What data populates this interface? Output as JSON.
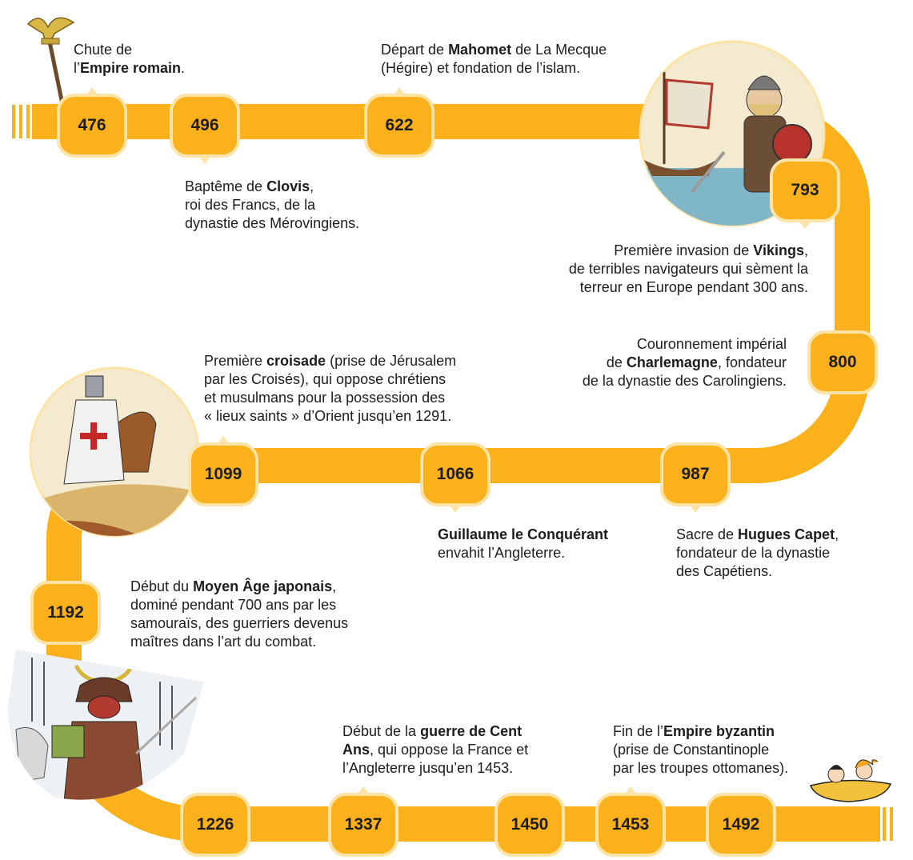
{
  "colors": {
    "track": "#fbb11c",
    "badge_border": "#fde3a6",
    "text": "#1d1d1b"
  },
  "events": [
    {
      "year": "476",
      "lines": [
        [
          "Chute de"
        ],
        [
          "l’",
          "*Empire romain",
          "."
        ]
      ]
    },
    {
      "year": "496",
      "lines": [
        [
          "Baptême de ",
          "*Clovis",
          ","
        ],
        [
          "roi des Francs, de la"
        ],
        [
          "dynastie des Mérovingiens."
        ]
      ]
    },
    {
      "year": "622",
      "lines": [
        [
          "Départ de ",
          "*Mahomet",
          " de La Mecque"
        ],
        [
          "(Hégire) et fondation de l’islam."
        ]
      ]
    },
    {
      "year": "793",
      "lines": [
        [
          "Première invasion de ",
          "*Vikings",
          ","
        ],
        [
          "de terribles navigateurs qui sèment la"
        ],
        [
          "terreur en Europe pendant 300 ans."
        ]
      ]
    },
    {
      "year": "800",
      "lines": [
        [
          "Couronnement impérial"
        ],
        [
          "de ",
          "*Charlemagne",
          ", fondateur"
        ],
        [
          "de la dynastie des Carolingiens."
        ]
      ]
    },
    {
      "year": "987",
      "lines": [
        [
          "Sacre de ",
          "*Hugues Capet",
          ","
        ],
        [
          "fondateur de la dynastie"
        ],
        [
          "des Capétiens."
        ]
      ]
    },
    {
      "year": "1066",
      "lines": [
        [
          "*Guillaume le Conquérant"
        ],
        [
          "envahit l’Angleterre."
        ]
      ]
    },
    {
      "year": "1099",
      "lines": [
        [
          "Première ",
          "*croisade",
          " (prise de Jérusalem"
        ],
        [
          "par les Croisés), qui oppose chrétiens"
        ],
        [
          "et musulmans pour la possession des"
        ],
        [
          "« lieux saints » d’Orient jusqu’en 1291."
        ]
      ]
    },
    {
      "year": "1192",
      "lines": [
        [
          "Début du ",
          "*Moyen Âge japonais",
          ","
        ],
        [
          "dominé pendant 700 ans par les"
        ],
        [
          "samouraïs, des guerriers devenus"
        ],
        [
          "maîtres dans l’art du combat."
        ]
      ]
    },
    {
      "year": "1226",
      "lines": []
    },
    {
      "year": "1337",
      "lines": [
        [
          "Début de la ",
          "*guerre de Cent"
        ],
        [
          "*Ans",
          ", qui oppose la France et"
        ],
        [
          "l’Angleterre jusqu’en 1453."
        ]
      ]
    },
    {
      "year": "1450",
      "lines": []
    },
    {
      "year": "1453",
      "lines": [
        [
          "Fin de l’",
          "*Empire byzantin"
        ],
        [
          "(prise de Constantinople"
        ],
        [
          "par les troupes ottomanes)."
        ]
      ]
    },
    {
      "year": "1492",
      "lines": []
    }
  ],
  "illustrations": [
    "roman-eagle-standard-icon",
    "viking-illustration",
    "crusader-knight-illustration",
    "samurai-illustration",
    "cartoon-kids-boat-icon"
  ]
}
